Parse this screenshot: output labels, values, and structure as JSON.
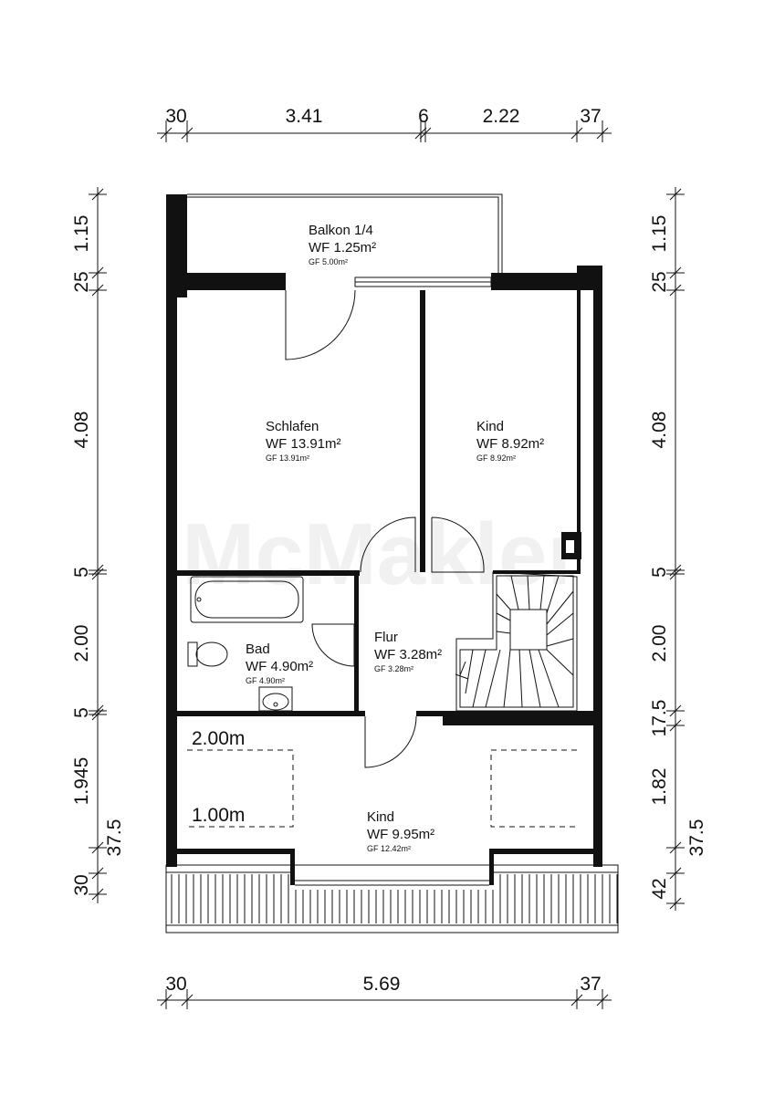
{
  "watermark": "McMakler",
  "dims": {
    "top": [
      "30",
      "3.41",
      "6",
      "2.22",
      "37"
    ],
    "bottom": [
      "30",
      "5.69",
      "37"
    ],
    "left": [
      "1.15",
      "25",
      "4.08",
      "5",
      "2.00",
      "5",
      "1.945",
      "37.5",
      "30"
    ],
    "right": [
      "1.15",
      "25",
      "4.08",
      "5",
      "2.00",
      "17.5",
      "1.82",
      "37.5",
      "42"
    ]
  },
  "rooms": {
    "balkon": {
      "name": "Balkon  1/4",
      "wf": "WF 1.25m²",
      "gf": "GF 5.00m²"
    },
    "schlafen": {
      "name": "Schlafen",
      "wf": "WF 13.91m²",
      "gf": "GF 13.91m²"
    },
    "kind1": {
      "name": "Kind",
      "wf": "WF 8.92m²",
      "gf": "GF 8.92m²"
    },
    "bad": {
      "name": "Bad",
      "wf": "WF 4.90m²",
      "gf": "GF 4.90m²"
    },
    "flur": {
      "name": "Flur",
      "wf": "WF 3.28m²",
      "gf": "GF 3.28m²"
    },
    "kind2": {
      "name": "Kind",
      "wf": "WF 9.95m²",
      "gf": "GF 12.42m²"
    }
  },
  "heights": {
    "h200": "2.00m",
    "h100": "1.00m"
  }
}
